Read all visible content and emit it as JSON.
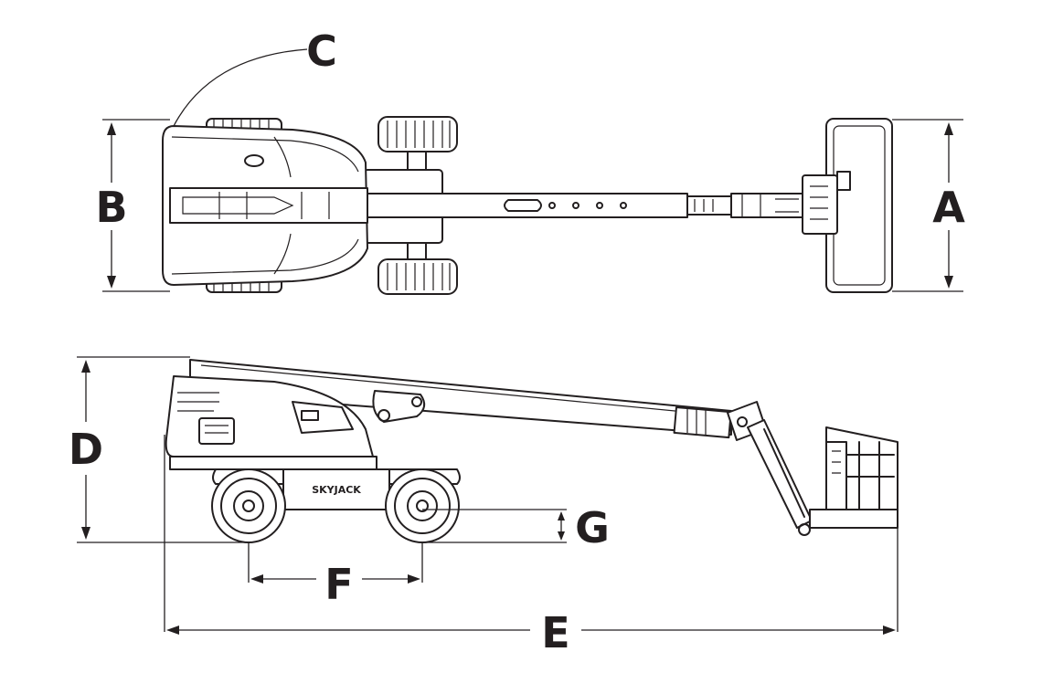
{
  "diagram": {
    "labels": {
      "a": "A",
      "b": "B",
      "c": "C",
      "d": "D",
      "e": "E",
      "f": "F",
      "g": "G"
    },
    "brand": "SKYJACK"
  }
}
